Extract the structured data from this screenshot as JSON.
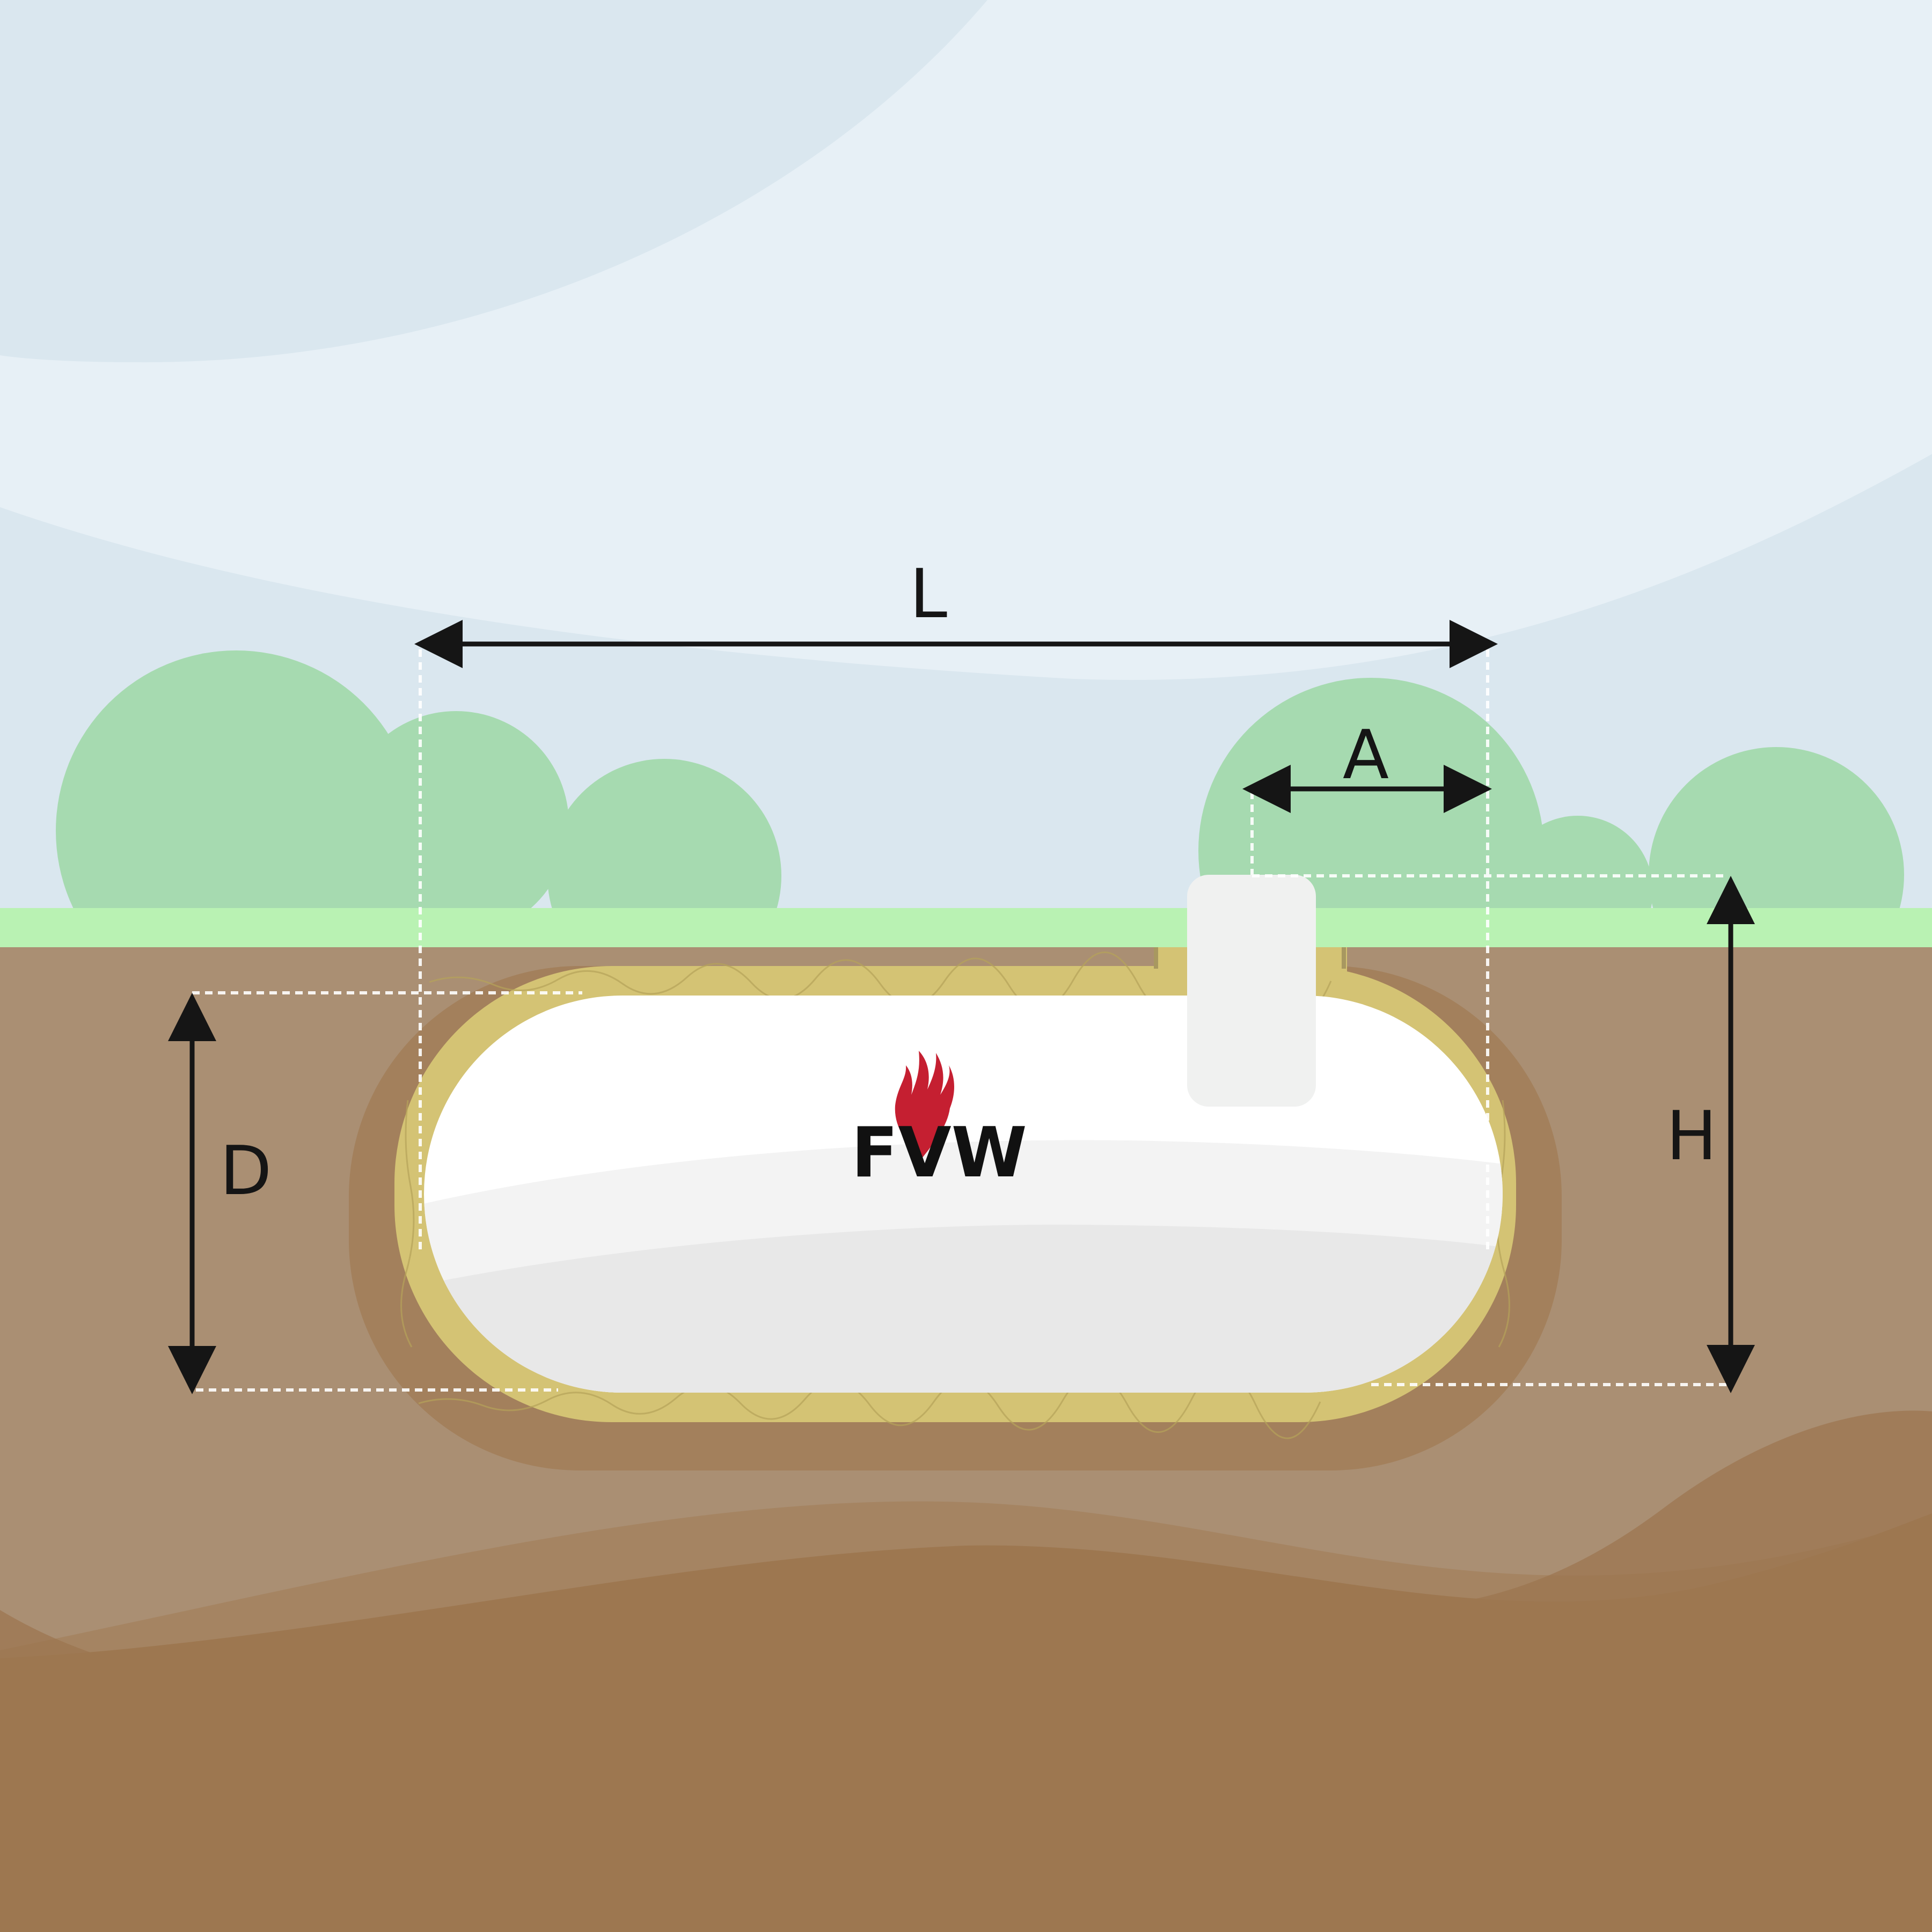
{
  "dimensions": {
    "length_label": "L",
    "access_label": "A",
    "height_label": "H",
    "diameter_label": "D"
  },
  "logo": {
    "text": "FVW",
    "flame_color": "#c51f31",
    "text_color": "#111111"
  },
  "colors": {
    "sky": "#dae7ef",
    "sky_band": "#e7f0f6",
    "bushes": "#a6dab0",
    "grass": "#b9f2b3",
    "soil": "#aa8f73",
    "soil_dark": "#9c7650",
    "bedding": "#d4c374",
    "tank": "#ffffff",
    "access_cover": "#f0f1f0",
    "arrows": "#151515"
  }
}
